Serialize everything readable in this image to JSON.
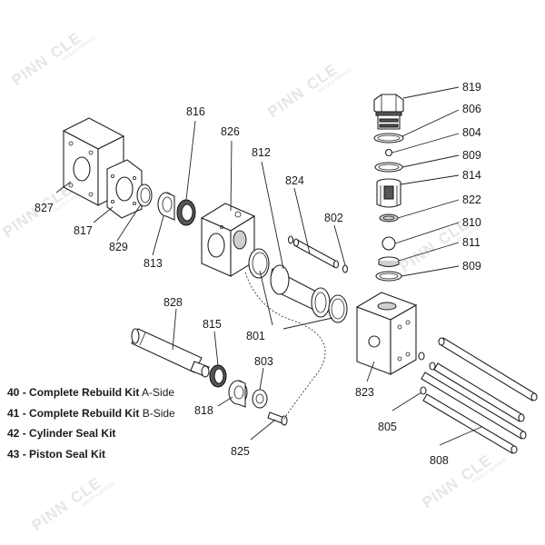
{
  "watermark": {
    "brand_top": "PINN",
    "brand_bottom": "CLE",
    "sub": "SALES & SERVICE"
  },
  "callouts": {
    "c819": "819",
    "c806": "806",
    "c804": "804",
    "c809a": "809",
    "c814": "814",
    "c822": "822",
    "c810": "810",
    "c811": "811",
    "c809b": "809",
    "c816": "816",
    "c826": "826",
    "c812": "812",
    "c824": "824",
    "c802": "802",
    "c827": "827",
    "c817": "817",
    "c829": "829",
    "c813": "813",
    "c828": "828",
    "c815": "815",
    "c803": "803",
    "c818": "818",
    "c825": "825",
    "c801": "801",
    "c823": "823",
    "c805": "805",
    "c808": "808"
  },
  "legend": [
    {
      "num": "40",
      "bold": "Complete Rebuild Kit",
      "rest": " A-Side"
    },
    {
      "num": "41",
      "bold": "Complete Rebuild Kit",
      "rest": " B-Side"
    },
    {
      "num": "42",
      "bold": "Cylinder Seal Kit",
      "rest": ""
    },
    {
      "num": "43",
      "bold": "Piston Seal Kit",
      "rest": ""
    }
  ]
}
